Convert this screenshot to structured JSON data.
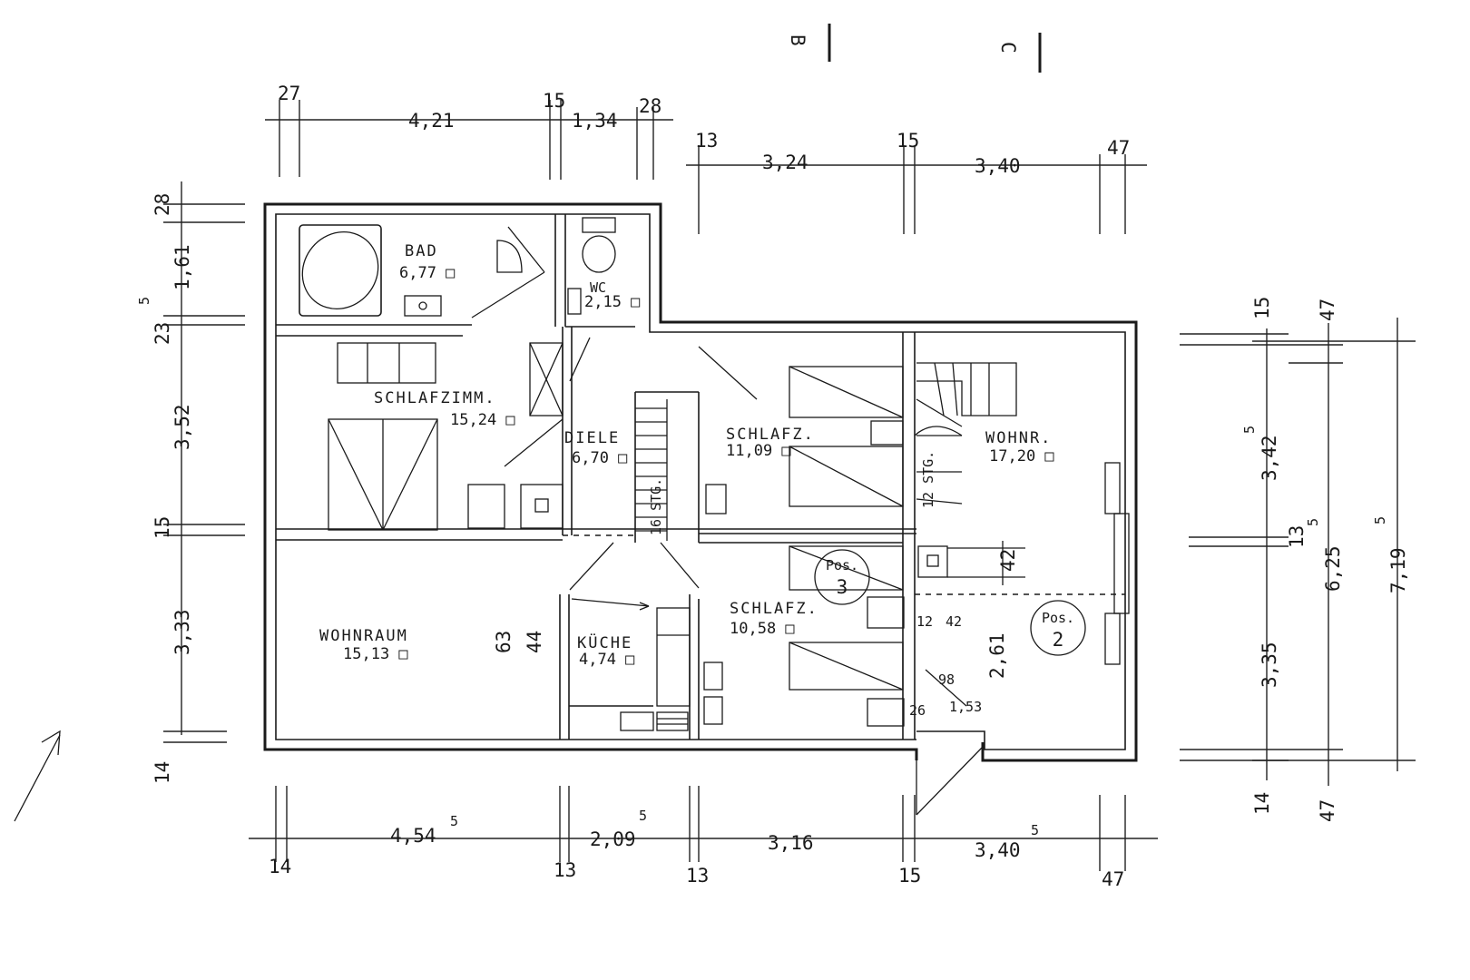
{
  "axes": {
    "b": "B",
    "c": "C"
  },
  "rooms": {
    "bad": {
      "name": "BAD",
      "area": "6,77 □"
    },
    "wc": {
      "name": "WC",
      "area": "2,15 □"
    },
    "schlafzimm": {
      "name": "SCHLAFZIMM.",
      "area": "15,24 □"
    },
    "diele": {
      "name": "DIELE",
      "area": "6,70 □"
    },
    "schlafz1": {
      "name": "SCHLAFZ.",
      "area": "11,09 □"
    },
    "wohnr": {
      "name": "WOHNR.",
      "area": "17,20 □"
    },
    "wohnraum": {
      "name": "WOHNRAUM",
      "area": "15,13 □"
    },
    "kueche": {
      "name": "KÜCHE",
      "area": "4,74 □"
    },
    "schlafz2": {
      "name": "SCHLAFZ.",
      "area": "10,58 □"
    }
  },
  "stairs": {
    "left": "16 STG.",
    "right": "12 STG."
  },
  "positions": [
    {
      "label": "Pos.",
      "number": "3"
    },
    {
      "label": "Pos.",
      "number": "2"
    }
  ],
  "dims_top_row1": [
    "27",
    "4,21",
    "15",
    "1,34",
    "28"
  ],
  "dims_top_row2": [
    "13",
    "3,24",
    "15",
    "3,40",
    "47"
  ],
  "dims_left": [
    "28",
    "1,61",
    "5",
    "23",
    "3,52",
    "15",
    "3,33",
    "14"
  ],
  "dims_bottom": [
    "4,54",
    "5",
    "2,09",
    "5",
    "3,16",
    "3,40",
    "5"
  ],
  "dims_bottom_small": [
    "14",
    "13",
    "13",
    "15",
    "47"
  ],
  "dims_right_inner": [
    "15",
    "3,42",
    "5",
    "13",
    "3,35",
    "14"
  ],
  "dims_right_mid": [
    "47",
    "6,25",
    "5",
    "47"
  ],
  "dims_right_outer": [
    "7,19",
    "5"
  ],
  "dims_interior": [
    "63",
    "44",
    "42",
    "12",
    "42",
    "2,61",
    "98",
    "1,53",
    "26"
  ]
}
